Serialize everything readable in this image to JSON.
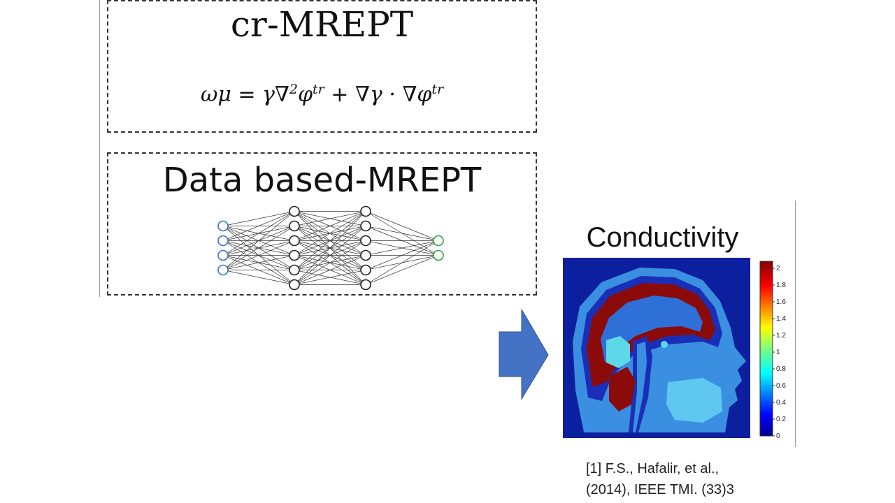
{
  "cr_mrept": {
    "title": "cr-MREPT",
    "equation_lhs": "ωμ = γ∇",
    "equation_sup1": "2",
    "equation_mid": "φ",
    "equation_sup2": "tr",
    "equation_rest": " + ∇γ · ∇φ",
    "equation_sup3": "tr"
  },
  "data_mrept": {
    "title": "Data based-MREPT",
    "network_layers": [
      4,
      6,
      6,
      2
    ],
    "input_color": "#3b6fd6",
    "output_color": "#2ea043",
    "hidden_color": "#222222"
  },
  "conductivity": {
    "title": "Conductivity",
    "colorbar_ticks": [
      "2",
      "1.8",
      "1.6",
      "1.4",
      "1.2",
      "1",
      "0.8",
      "0.6",
      "0.4",
      "0.2",
      "0"
    ]
  },
  "arrow_color": "#4472c4",
  "citation": {
    "line1": "[1] F.S., Hafalir, et al.,",
    "line2": "(2014), IEEE TMI. (33)3"
  }
}
